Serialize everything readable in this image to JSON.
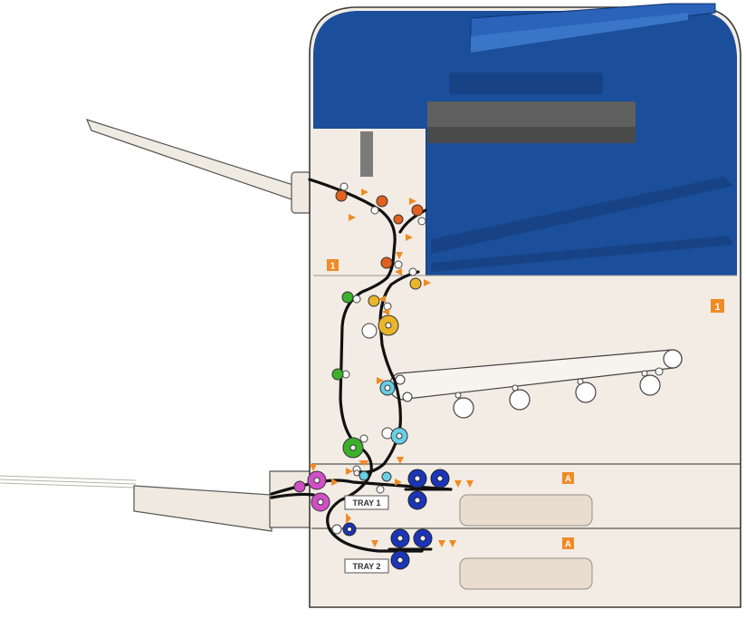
{
  "diagram": {
    "tray_labels": [
      "TRAY 1",
      "TRAY 2"
    ],
    "area_markers": [
      "1",
      "1",
      "A",
      "A"
    ],
    "colors": {
      "scanner_blue": "#1b4e9b",
      "scanner_blue_dark": "#123c7e",
      "body_cream": "#f2ece4",
      "outline": "#3a3a3a",
      "paper_path": "#111111",
      "marker_orange": "#f08a24",
      "roller_orange": "#e0621e",
      "roller_yellow": "#ebb52a",
      "roller_green": "#3cb02b",
      "roller_cyan": "#67cfe6",
      "roller_magenta": "#cf4fc7",
      "roller_navy": "#1b35b8"
    }
  }
}
